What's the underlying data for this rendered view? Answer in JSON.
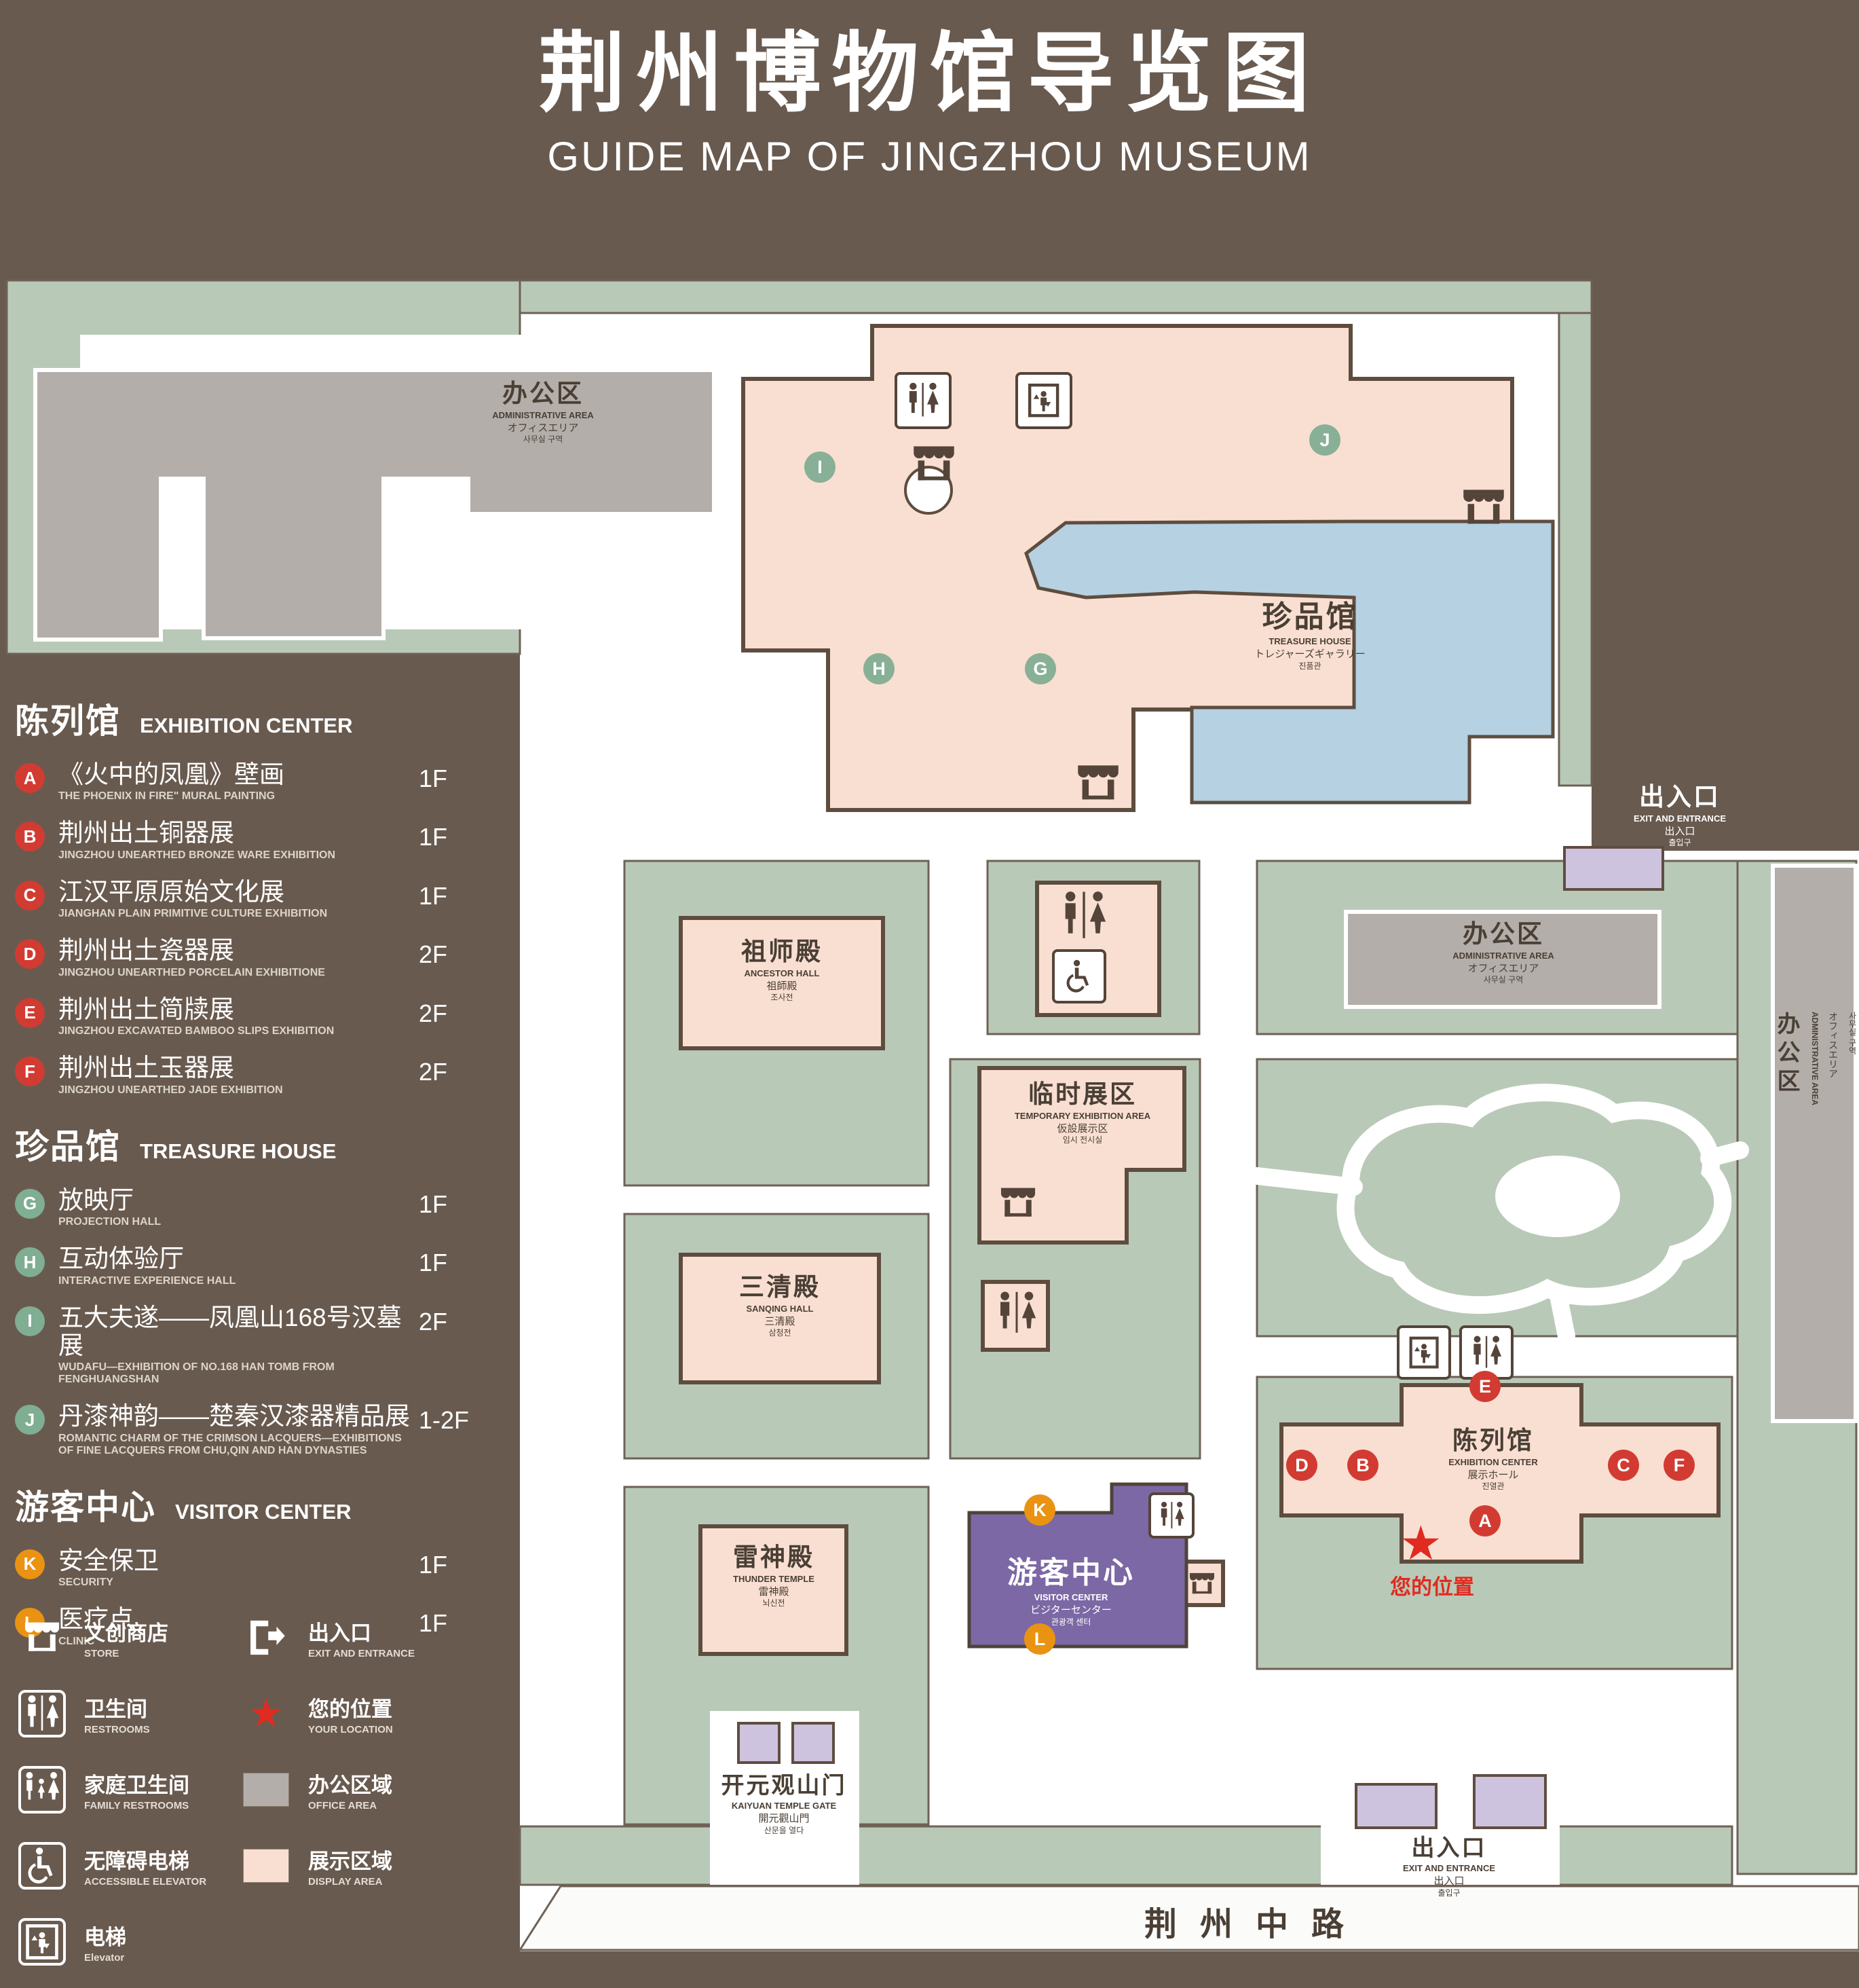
{
  "header": {
    "title": "荆州博物馆导览图",
    "subtitle": "GUIDE MAP OF JINGZHOU MUSEUM"
  },
  "legend": {
    "sections": [
      {
        "zh": "陈列馆",
        "en": "EXHIBITION CENTER",
        "items": [
          {
            "id": "A",
            "zh": "《火中的凤凰》壁画",
            "en": "THE PHOENIX IN FIRE\" MURAL PAINTING",
            "floor": "1F"
          },
          {
            "id": "B",
            "zh": "荆州出土铜器展",
            "en": "JINGZHOU UNEARTHED BRONZE WARE EXHIBITION",
            "floor": "1F"
          },
          {
            "id": "C",
            "zh": "江汉平原原始文化展",
            "en": "JIANGHAN PLAIN PRIMITIVE CULTURE EXHIBITION",
            "floor": "1F"
          },
          {
            "id": "D",
            "zh": "荆州出土瓷器展",
            "en": "JINGZHOU UNEARTHED PORCELAIN EXHIBITIONE",
            "floor": "2F"
          },
          {
            "id": "E",
            "zh": "荆州出土简牍展",
            "en": "JINGZHOU EXCAVATED BAMBOO SLIPS EXHIBITION",
            "floor": "2F"
          },
          {
            "id": "F",
            "zh": "荆州出土玉器展",
            "en": "JINGZHOU UNEARTHED JADE EXHIBITION",
            "floor": "2F"
          }
        ]
      },
      {
        "zh": "珍品馆",
        "en": "TREASURE HOUSE",
        "items": [
          {
            "id": "G",
            "zh": "放映厅",
            "en": "PROJECTION HALL",
            "floor": "1F"
          },
          {
            "id": "H",
            "zh": "互动体验厅",
            "en": "INTERACTIVE EXPERIENCE HALL",
            "floor": "1F"
          },
          {
            "id": "I",
            "zh": "五大夫遂——凤凰山168号汉墓展",
            "en": "WUDAFU—EXHIBITION OF NO.168 HAN TOMB FROM FENGHUANGSHAN",
            "floor": "2F"
          },
          {
            "id": "J",
            "zh": "丹漆神韵——楚秦汉漆器精品展",
            "en": "ROMANTIC CHARM OF THE CRIMSON LACQUERS—EXHIBITIONS OF FINE LACQUERS FROM CHU,QIN AND HAN DYNASTIES",
            "floor": "1-2F"
          }
        ]
      },
      {
        "zh": "游客中心",
        "en": "VISITOR CENTER",
        "items": [
          {
            "id": "K",
            "zh": "安全保卫",
            "en": "SECURITY",
            "floor": "1F"
          },
          {
            "id": "L",
            "zh": "医疗点",
            "en": "CLINIC",
            "floor": "1F"
          }
        ]
      }
    ],
    "symbols": [
      {
        "icon": "store-icon",
        "zh": "文创商店",
        "en": "STORE"
      },
      {
        "icon": "restroom-icon",
        "zh": "卫生间",
        "en": "RESTROOMS"
      },
      {
        "icon": "family-restroom-icon",
        "zh": "家庭卫生间",
        "en": "FAMILY RESTROOMS"
      },
      {
        "icon": "accessible-elevator-icon",
        "zh": "无障碍电梯",
        "en": "ACCESSIBLE ELEVATOR"
      },
      {
        "icon": "elevator-icon",
        "zh": "电梯",
        "en": "Elevator"
      },
      {
        "icon": "exit-icon",
        "zh": "出入口",
        "en": "EXIT AND ENTRANCE"
      },
      {
        "icon": "location-star-icon",
        "zh": "您的位置",
        "en": "YOUR LOCATION"
      },
      {
        "icon": "office-area-swatch",
        "zh": "办公区域",
        "en": "OFFICE AREA"
      },
      {
        "icon": "display-area-swatch",
        "zh": "展示区域",
        "en": "DISPLAY AREA"
      }
    ]
  },
  "map": {
    "labels": {
      "admin_top": {
        "zh": "办公区",
        "en": "ADMINISTRATIVE AREA",
        "ja": "オフィスエリア",
        "ko": "사무실 구역"
      },
      "admin_mid": {
        "zh": "办公区",
        "en": "ADMINISTRATIVE AREA",
        "ja": "オフィスエリア",
        "ko": "사무실 구역"
      },
      "admin_right": {
        "zh": "办公区",
        "en": "ADMINISTRATIVE AREA",
        "ja": "オフィスエリア",
        "ko": "사무실 구역"
      },
      "treasure_house": {
        "zh": "珍品馆",
        "en": "TREASURE HOUSE",
        "ja": "トレジャーズギャラリー",
        "ko": "진품관"
      },
      "ancestor_hall": {
        "zh": "祖师殿",
        "en": "ANCESTOR HALL",
        "ja": "祖師殿",
        "ko": "조사전"
      },
      "temporary_exhibition": {
        "zh": "临时展区",
        "en": "TEMPORARY EXHIBITION AREA",
        "ja": "仮設展示区",
        "ko": "임시 전시실"
      },
      "sanqing_hall": {
        "zh": "三清殿",
        "en": "SANQING HALL",
        "ja": "三清殿",
        "ko": "삼청전"
      },
      "thunder_temple": {
        "zh": "雷神殿",
        "en": "THUNDER TEMPLE",
        "ja": "雷神殿",
        "ko": "뇌신전"
      },
      "visitor_center": {
        "zh": "游客中心",
        "en": "VISITOR CENTER",
        "ja": "ビジターセンター",
        "ko": "관광객 센터"
      },
      "exhibition_center": {
        "zh": "陈列馆",
        "en": "EXHIBITION CENTER",
        "ja": "展示ホール",
        "ko": "진열관"
      },
      "kaiyuan_gate": {
        "zh": "开元观山门",
        "en": "KAIYUAN TEMPLE GATE",
        "ja": "開元觀山門",
        "ko": "산문을 열다"
      },
      "exit_right": {
        "zh": "出入口",
        "en": "EXIT AND ENTRANCE",
        "ja": "出入口",
        "ko": "출입구"
      },
      "exit_bottom": {
        "zh": "出入口",
        "en": "EXIT AND ENTRANCE",
        "ja": "出入口",
        "ko": "출입구"
      },
      "your_location": {
        "zh": "您的位置"
      },
      "road": {
        "zh": "荆州中路"
      }
    },
    "markers": {
      "red": [
        "A",
        "B",
        "C",
        "D",
        "E",
        "F"
      ],
      "green": [
        "G",
        "H",
        "I",
        "J"
      ],
      "orange": [
        "K",
        "L"
      ]
    },
    "colors": {
      "background": "#695a4f",
      "green_zone": "#b9c9b7",
      "display_area": "#f9dfd2",
      "office_area": "#b3aeaa",
      "lake": "#b5d1e2",
      "visitor_center": "#7b68a5",
      "gate": "#cdc3de",
      "marker_red": "#d23b32",
      "marker_green": "#88b096",
      "marker_orange": "#ea9312"
    }
  }
}
